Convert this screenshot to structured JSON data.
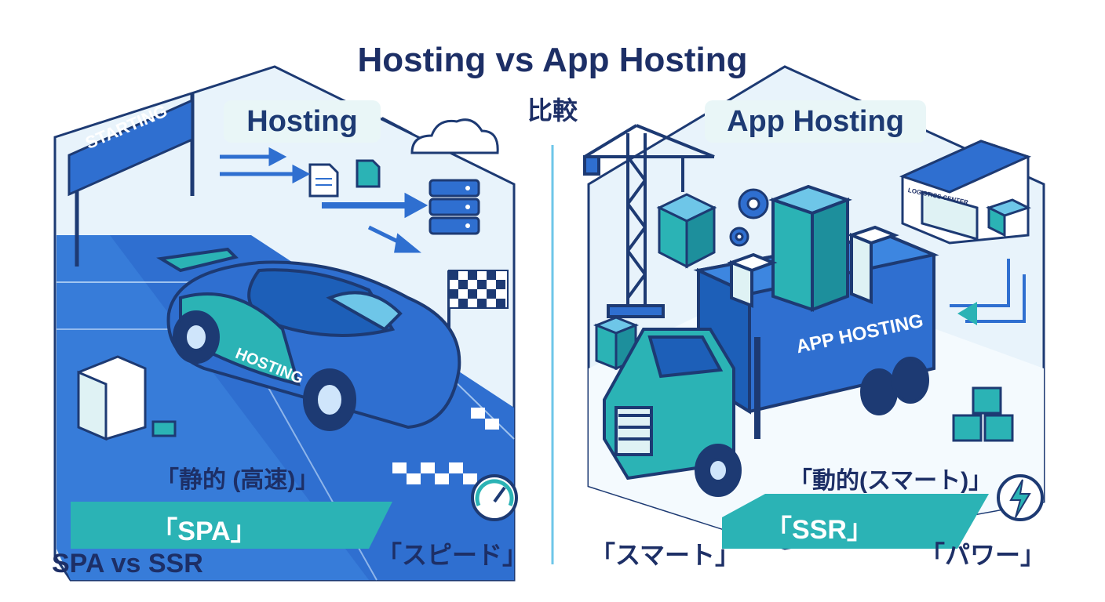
{
  "title": "Hosting vs App Hosting",
  "subtitle": "比較",
  "footer_label": "SPA vs SSR",
  "colors": {
    "navy": "#1d3a73",
    "blue": "#2f6fd0",
    "teal": "#2bb3b5",
    "light_teal": "#dff2f4",
    "light_blue": "#e8f3fb"
  },
  "left_panel": {
    "label": "Hosting",
    "banner": "STARTING",
    "car_text": "HOSTING",
    "static_label": "「静的 (高速)」",
    "band_label": "「SPA」",
    "speed_label": "「スピード」",
    "icons": [
      "cloud-icon",
      "document-icon",
      "server-icon",
      "checkered-flag-icon",
      "speedometer-icon",
      "building-icon"
    ]
  },
  "right_panel": {
    "label": "App Hosting",
    "warehouse_sign": "LOGISTICS CENTER",
    "container_text": "APP HOSTING",
    "dynamic_label": "「動的(スマート)」",
    "band_label": "「SSR」",
    "smart_label": "「スマート」",
    "power_label": "「パワー」",
    "icons": [
      "crane-icon",
      "gear-icon",
      "truck-icon",
      "warehouse-icon",
      "lightning-icon",
      "cube-stack-icon"
    ]
  }
}
